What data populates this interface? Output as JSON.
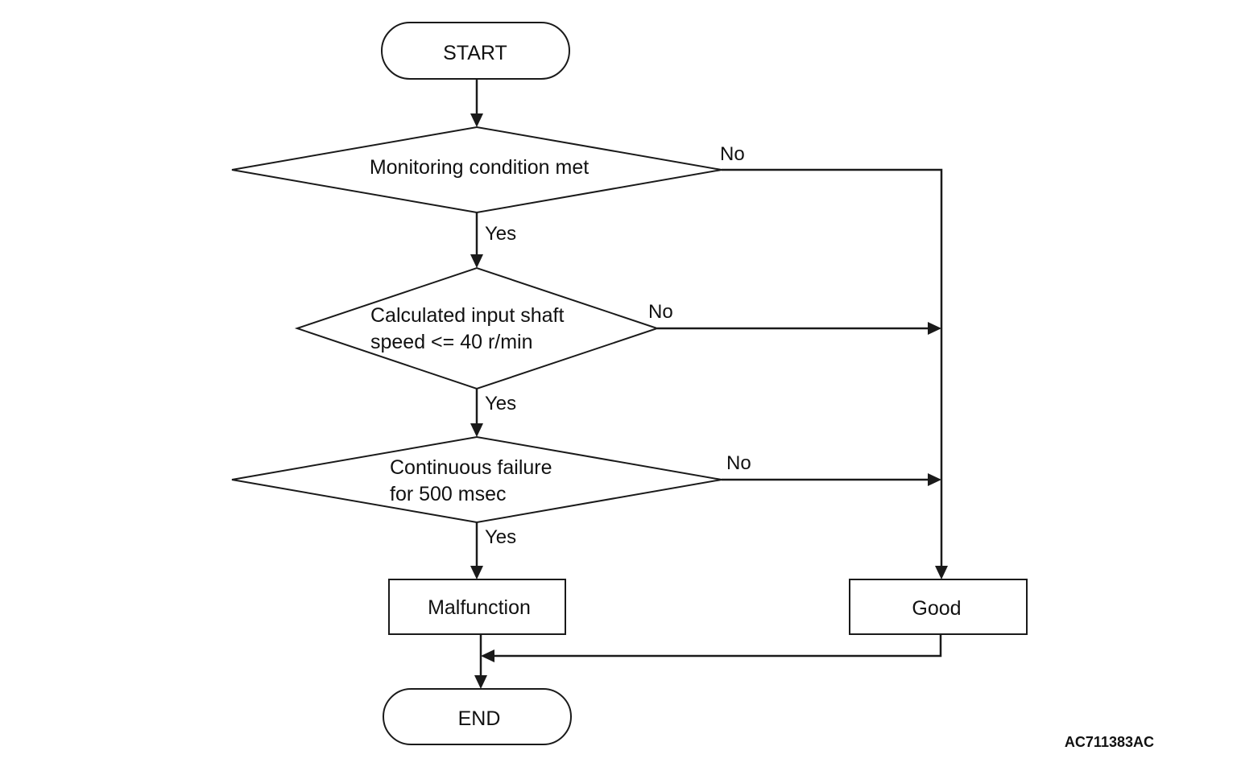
{
  "nodes": {
    "start": "START",
    "decision1": "Monitoring condition met",
    "decision2": [
      "Calculated input shaft",
      "speed <= 40 r/min"
    ],
    "decision3": [
      "Continuous failure",
      "for 500 msec"
    ],
    "malfunction": "Malfunction",
    "good": "Good",
    "end": "END"
  },
  "branches": {
    "d1_yes": "Yes",
    "d1_no": "No",
    "d2_yes": "Yes",
    "d2_no": "No",
    "d3_yes": "Yes",
    "d3_no": "No"
  },
  "reference_code": "AC711383AC"
}
